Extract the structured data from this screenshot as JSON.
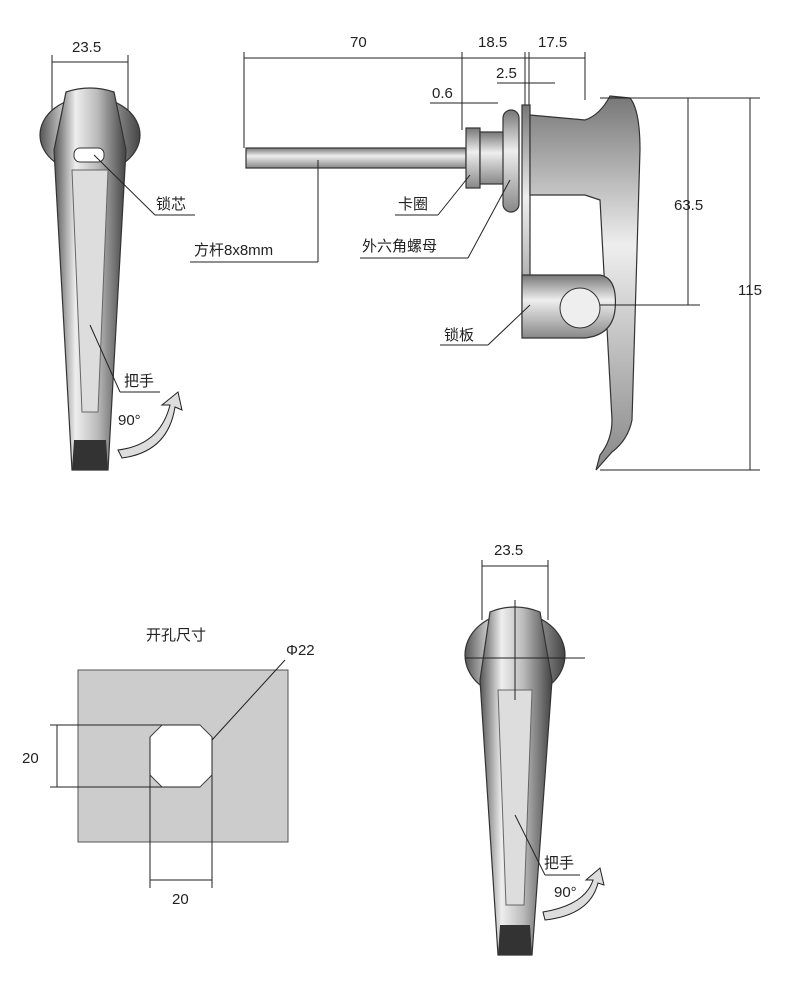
{
  "top_left_view": {
    "width_dim": "23.5",
    "lock_core_label": "锁芯",
    "handle_label": "把手",
    "rotation_label": "90°"
  },
  "side_view": {
    "dim_rod": "70",
    "dim_18_5": "18.5",
    "dim_17_5": "17.5",
    "dim_0_6": "0.6",
    "dim_2_5": "2.5",
    "dim_63_5": "63.5",
    "dim_115": "115",
    "rod_label": "方杆8x8mm",
    "clip_label": "卡圈",
    "nut_label": "外六角螺母",
    "cam_label": "锁板"
  },
  "cutout": {
    "title": "开孔尺寸",
    "diameter": "Φ22",
    "height_dim": "20",
    "width_dim": "20"
  },
  "bottom_right_view": {
    "width_dim": "23.5",
    "handle_label": "把手",
    "rotation_label": "90°"
  }
}
